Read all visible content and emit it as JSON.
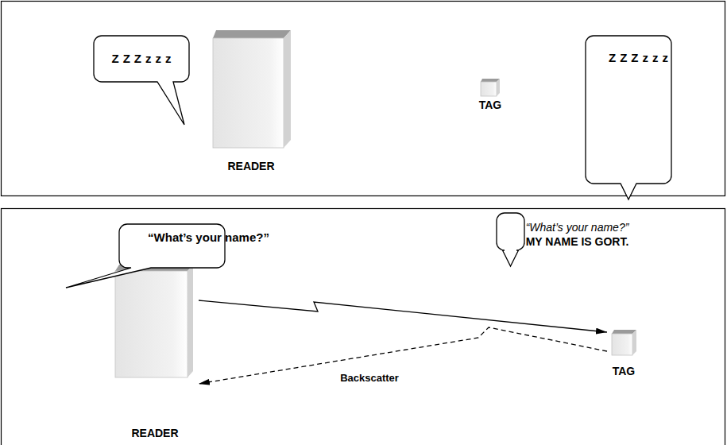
{
  "diagram": {
    "nodes": [
      {
        "text": [
          "ZZZzzz"
        ]
      },
      {
        "text": [
          "READER"
        ]
      },
      {
        "text": [
          "ZZZzzz"
        ]
      },
      {
        "text": [
          "TAG"
        ]
      },
      {
        "text": [
          "“What’s your name?”"
        ]
      },
      {
        "text": [
          "“What’s your name?”",
          "MY NAME IS GORT."
        ]
      },
      {
        "text": [
          "READER"
        ]
      },
      {
        "text": [
          "TAG"
        ]
      }
    ],
    "edges": [
      {
        "from": 6,
        "to": 7,
        "arrow": "to"
      },
      {
        "from": 7,
        "to": 6,
        "label": "Backscatter",
        "arrow": "to"
      }
    ]
  }
}
